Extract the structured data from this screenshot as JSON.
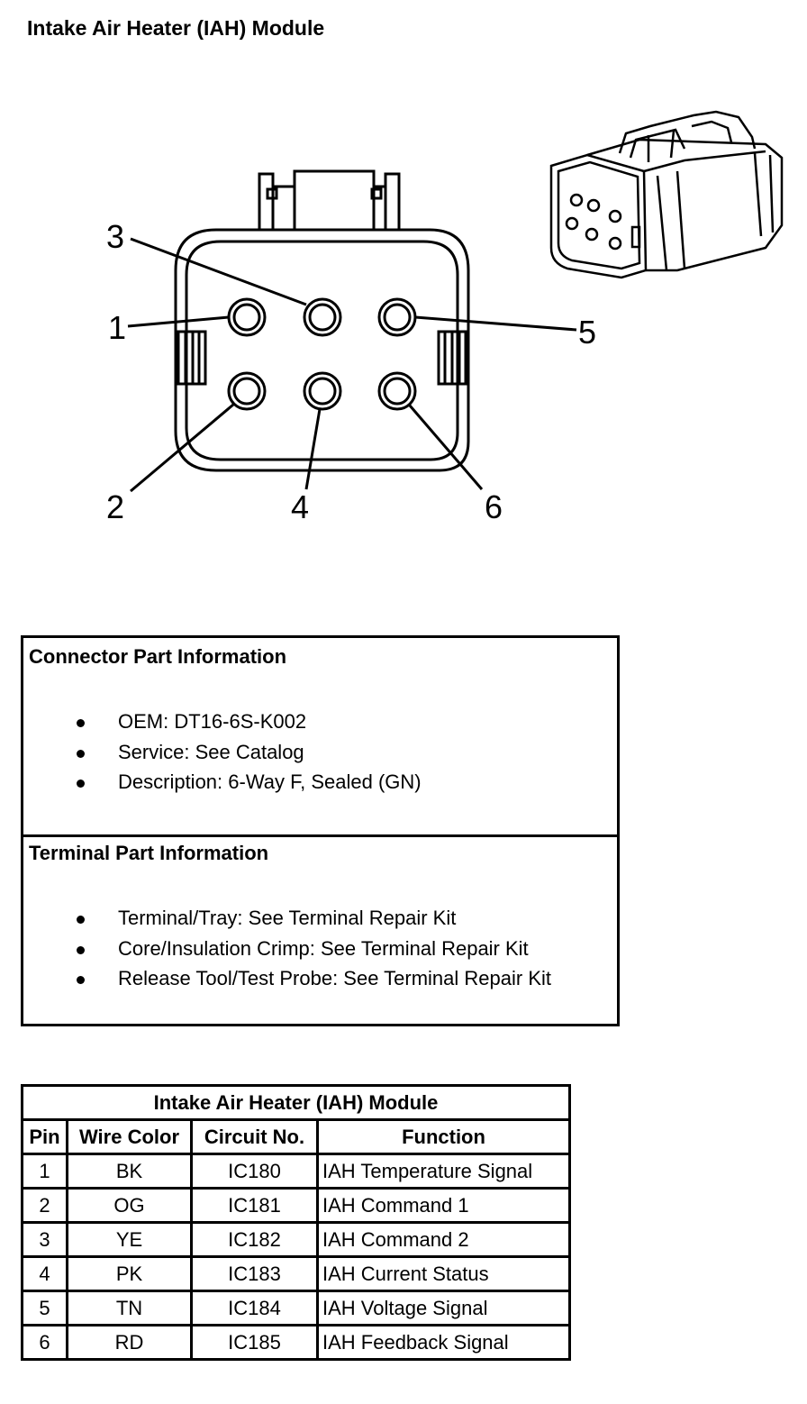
{
  "page": {
    "title": "Intake Air Heater (IAH) Module"
  },
  "connector_diagram": {
    "pin_labels": [
      "1",
      "2",
      "3",
      "4",
      "5",
      "6"
    ]
  },
  "connector_part_information": {
    "title": "Connector Part Information",
    "items": [
      "OEM: DT16-6S-K002",
      "Service: See Catalog",
      "Description: 6-Way F, Sealed (GN)"
    ]
  },
  "terminal_part_information": {
    "title": "Terminal Part Information",
    "items": [
      "Terminal/Tray: See Terminal Repair Kit",
      "Core/Insulation Crimp: See Terminal Repair Kit",
      "Release Tool/Test Probe: See Terminal Repair Kit"
    ]
  },
  "pin_table": {
    "title": "Intake Air Heater (IAH) Module",
    "headers": [
      "Pin",
      "Wire Color",
      "Circuit No.",
      "Function"
    ],
    "rows": [
      [
        "1",
        "BK",
        "IC180",
        "IAH Temperature Signal"
      ],
      [
        "2",
        "OG",
        "IC181",
        "IAH Command 1"
      ],
      [
        "3",
        "YE",
        "IC182",
        "IAH Command 2"
      ],
      [
        "4",
        "PK",
        "IC183",
        "IAH Current Status"
      ],
      [
        "5",
        "TN",
        "IC184",
        "IAH Voltage Signal"
      ],
      [
        "6",
        "RD",
        "IC185",
        "IAH Feedback Signal"
      ]
    ]
  }
}
